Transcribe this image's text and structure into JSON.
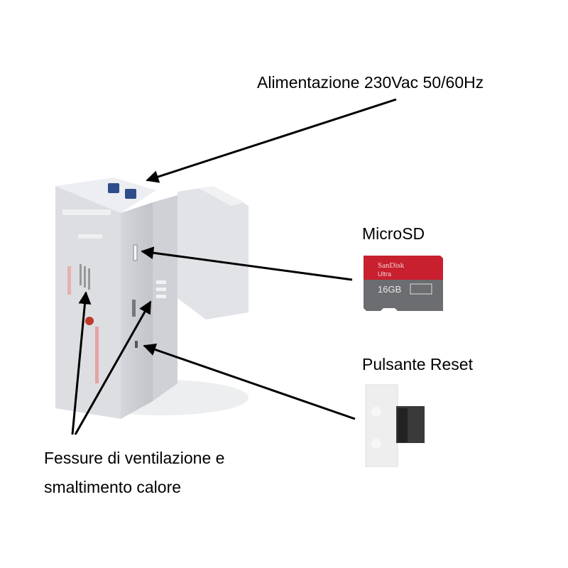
{
  "labels": {
    "power": "Alimentazione 230Vac 50/60Hz",
    "microsd": "MicroSD",
    "reset": "Pulsante Reset",
    "vents_line1": "Fessure di ventilazione e",
    "vents_line2": "smaltimento calore"
  },
  "sd_card": {
    "brand": "SanDisk",
    "line": "Ultra",
    "capacity": "16GB",
    "colors": {
      "top": "#c8202f",
      "bottom": "#6b6d70"
    }
  },
  "colors": {
    "arrow": "#000000",
    "device": "#d9dbe0",
    "terminal": "#2e4d8a"
  }
}
